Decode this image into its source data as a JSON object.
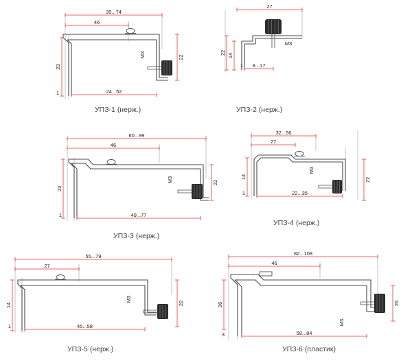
{
  "colors": {
    "dimension_line": "#e53935",
    "part_outline": "#4a4a4a",
    "extension_line": "#9e9e9e",
    "knob": "#2b2b2b",
    "caption": "#444444"
  },
  "drawings": [
    {
      "caption": "УПЗ-1 (нерж.)",
      "dims": {
        "top": "35...74",
        "inner": "46",
        "left": "23",
        "right": "22",
        "bottom": "24...52",
        "thick": "1",
        "thread": "M3"
      }
    },
    {
      "caption": "УПЗ-2 (нерж.)",
      "dims": {
        "top": "27",
        "left": "22",
        "inner_left": "14",
        "bottom": "8...17",
        "thick": "1",
        "thread": "M3"
      }
    },
    {
      "caption": "УПЗ-3 (нерж.)",
      "dims": {
        "top": "60...99",
        "inner": "46",
        "left": "23",
        "right": "22",
        "bottom": "49...77",
        "thick": "1",
        "thread": "M3"
      }
    },
    {
      "caption": "УПЗ-4 (нерж.)",
      "dims": {
        "top": "32...56",
        "inner": "27",
        "left": "14",
        "right": "22",
        "bottom": "22...35",
        "thick": "1",
        "thread": "M3"
      }
    },
    {
      "caption": "УПЗ-5 (нерж.)",
      "dims": {
        "top": "55...79",
        "inner": "27",
        "left": "14",
        "right": "22",
        "bottom": "45...58",
        "thick": "1",
        "thread": "M3"
      }
    },
    {
      "caption": "УПЗ-6 (пластик)",
      "dims": {
        "top": "82...108",
        "inner": "46",
        "left": "26",
        "right": "26",
        "bottom": "58...84",
        "thick": "3",
        "thread": "M3"
      }
    }
  ]
}
